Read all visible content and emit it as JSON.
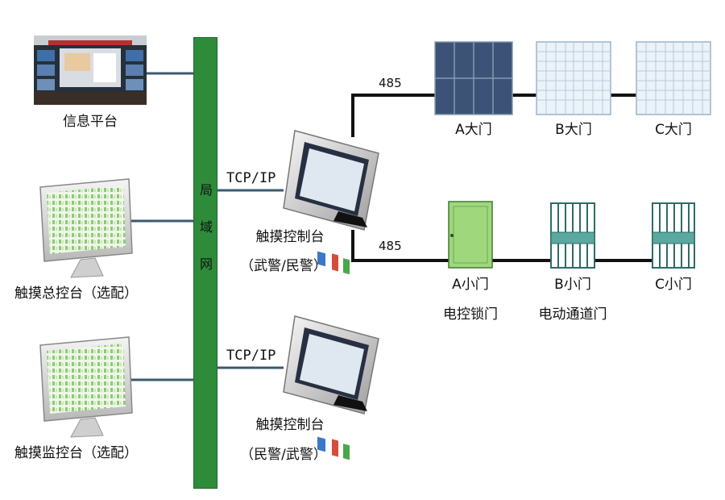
{
  "bus": {
    "chars": [
      "局",
      "域",
      "网"
    ]
  },
  "left_devices": {
    "info_platform": "信息平台",
    "master_console": "触摸总控台（选配）",
    "monitor_console": "触摸监控台（选配）"
  },
  "consoles": {
    "top": {
      "link": "TCP/IP",
      "name": "触摸控制台",
      "note": "（武警/民警）"
    },
    "bottom": {
      "link": "TCP/IP",
      "name": "触摸控制台",
      "note": "（民警/武警）"
    }
  },
  "big_gates": {
    "protocol": "485",
    "items": [
      {
        "label": "A大门",
        "color": "#3d5277"
      },
      {
        "label": "B大门",
        "color": "#eaf2fa"
      },
      {
        "label": "C大门",
        "color": "#eaf2fa"
      }
    ]
  },
  "small_gates": {
    "protocol": "485",
    "items": [
      {
        "label": "A小门",
        "sub": "电控锁门",
        "color": "#9fd77d"
      },
      {
        "label": "B小门",
        "sub": "电动通道门",
        "color": "#5aa8a0"
      },
      {
        "label": "C小门",
        "sub": "",
        "color": "#5aa8a0"
      }
    ]
  }
}
